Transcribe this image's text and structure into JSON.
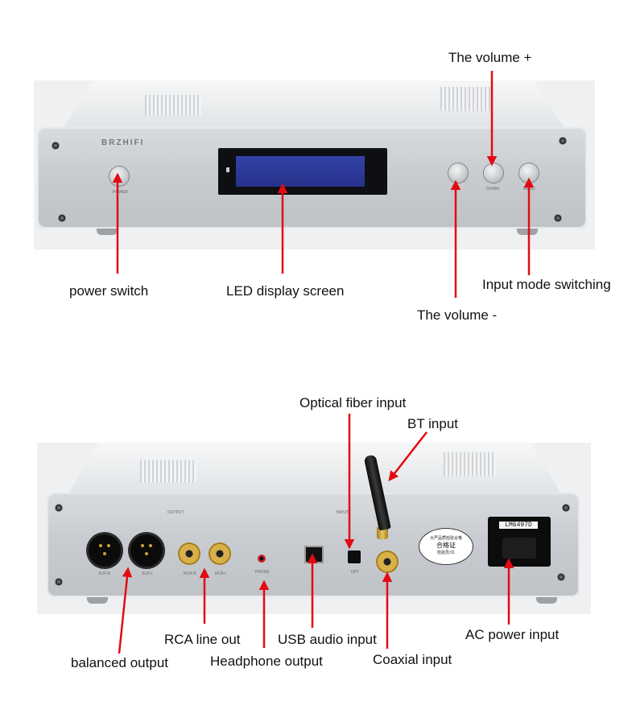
{
  "front": {
    "brand": "BRZHIFI",
    "power_label": "POWER",
    "down_label": "DOWN",
    "menu_label": "MENU",
    "callouts": {
      "volume_plus": "The volume +",
      "power_switch": "power switch",
      "led_display": "LED display screen",
      "input_mode": "Input mode switching",
      "volume_minus": "The volume -"
    }
  },
  "rear": {
    "output_label": "OUTPUT",
    "input_label": "INPUT",
    "xlr_r": "XLR-R",
    "xlr_l": "XLR-L",
    "rca_r": "RCA-R",
    "rca_l": "RCA-L",
    "phone": "PHONE",
    "opt": "OPT",
    "fuse_label": "LM6497D",
    "cert_top": "大严品质检验合格",
    "cert_main": "合格证",
    "cert_bottom": "检验员:01",
    "callouts": {
      "optical": "Optical fiber input",
      "bt": "BT input",
      "rca_line": "RCA line out",
      "usb": "USB audio input",
      "ac": "AC power input",
      "balanced": "balanced output",
      "headphone": "Headphone output",
      "coaxial": "Coaxial input"
    }
  },
  "colors": {
    "arrow": "#e30b13",
    "panel": "#c9cdd1",
    "screen": "#2f3a9c"
  }
}
